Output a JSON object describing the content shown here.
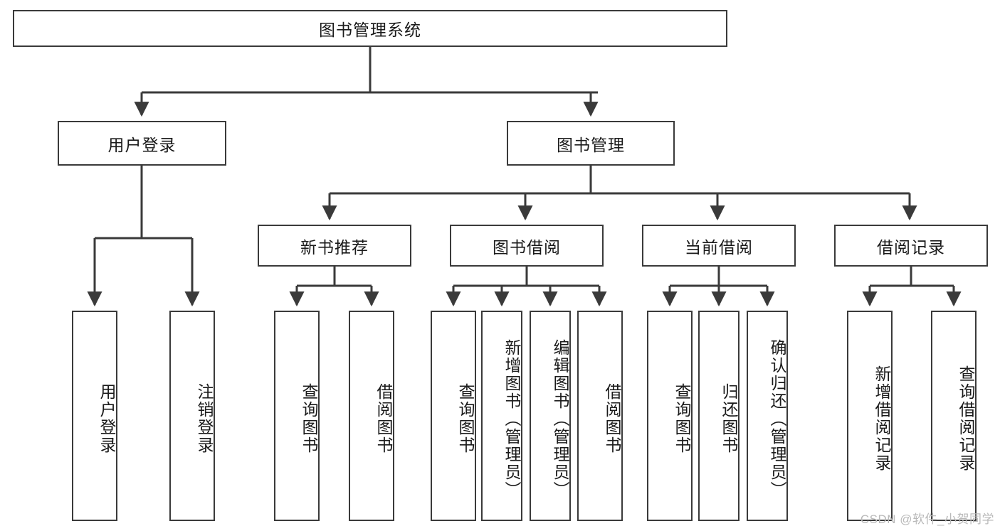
{
  "diagram": {
    "type": "tree",
    "title": "图书管理系统",
    "orientation": "top-down",
    "root": {
      "id": "root",
      "label": "图书管理系统"
    },
    "level2": [
      {
        "id": "user-login",
        "label": "用户登录"
      },
      {
        "id": "book-management",
        "label": "图书管理"
      }
    ],
    "level3": [
      {
        "id": "new-book-recommend",
        "label": "新书推荐",
        "parent": "book-management"
      },
      {
        "id": "book-borrow",
        "label": "图书借阅",
        "parent": "book-management"
      },
      {
        "id": "current-borrow",
        "label": "当前借阅",
        "parent": "book-management"
      },
      {
        "id": "borrow-record",
        "label": "借阅记录",
        "parent": "book-management"
      }
    ],
    "leaves": [
      {
        "id": "leaf-user-login",
        "label": "用户登录",
        "parent": "user-login"
      },
      {
        "id": "leaf-logout-login",
        "label": "注销登录",
        "parent": "user-login"
      },
      {
        "id": "leaf-query-book-1",
        "label": "查询图书",
        "parent": "new-book-recommend"
      },
      {
        "id": "leaf-borrow-book-1",
        "label": "借阅图书",
        "parent": "new-book-recommend"
      },
      {
        "id": "leaf-query-book-2",
        "label": "查询图书",
        "parent": "book-borrow"
      },
      {
        "id": "leaf-add-book",
        "label": "新增图书（管理员）",
        "parent": "book-borrow"
      },
      {
        "id": "leaf-edit-book",
        "label": "编辑图书（管理员）",
        "parent": "book-borrow"
      },
      {
        "id": "leaf-borrow-book-2",
        "label": "借阅图书",
        "parent": "book-borrow"
      },
      {
        "id": "leaf-query-book-3",
        "label": "查询图书",
        "parent": "current-borrow"
      },
      {
        "id": "leaf-return-book",
        "label": "归还图书",
        "parent": "current-borrow"
      },
      {
        "id": "leaf-confirm-return",
        "label": "确认归还（管理员）",
        "parent": "current-borrow"
      },
      {
        "id": "leaf-add-record",
        "label": "新增借阅记录",
        "parent": "borrow-record"
      },
      {
        "id": "leaf-query-record",
        "label": "查询借阅记录",
        "parent": "borrow-record"
      }
    ]
  },
  "watermark": {
    "text": "CSDN @软件_小贺同学"
  },
  "colors": {
    "stroke": "#3a3a3a",
    "fill": "#ffffff",
    "text": "#1a1a1a",
    "watermark": "#b9b9b9"
  }
}
